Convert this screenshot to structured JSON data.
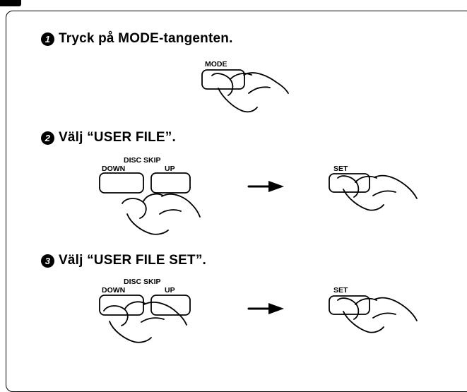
{
  "steps": [
    {
      "num": "1",
      "text": "Tryck på MODE-tangenten."
    },
    {
      "num": "2",
      "text": "Välj “USER FILE”."
    },
    {
      "num": "3",
      "text": "Välj “USER FILE SET”."
    }
  ],
  "keys": {
    "mode": "MODE",
    "disc_skip": "DISC SKIP",
    "down": "DOWN",
    "up": "UP",
    "set": "SET"
  },
  "icons": {
    "arrow": "right-arrow-icon",
    "hand": "pressing-hand-icon"
  }
}
